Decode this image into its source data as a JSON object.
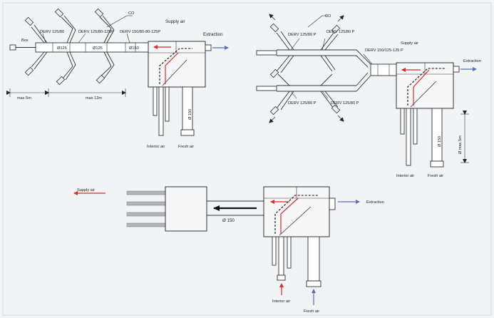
{
  "colors": {
    "supply": "#e02a2a",
    "extraction": "#5a6fb5",
    "line": "#333333",
    "background": "#f2f3f5"
  },
  "diagram1": {
    "co": "CO",
    "box": "Box",
    "derv_a": "DERV 125/80",
    "derv_b": "DERV 125/80-125P",
    "derv_c": "DERV 150/80-80-125P",
    "pipe_a": "Ø125",
    "pipe_b": "Ø125",
    "pipe_c": "Ø150",
    "supply_air": "Supply air",
    "extraction": "Extraction",
    "max_a": "max 5m",
    "max_b": "max 12m",
    "pipe_d": "Ø 150",
    "interior_air": "Interior air",
    "fresh_air": "Fresh air"
  },
  "diagram2": {
    "co": "CO",
    "derv_a": "DERV 125/80 P",
    "derv_b": "DERV 125/80 P",
    "derv_c": "DERV 150/125-125 P",
    "derv_d": "DERV 125/80 P",
    "derv_e": "DERV 125/80 P",
    "supply_air": "Supply air",
    "extraction": "Extraction",
    "pipe": "Ø 150",
    "max": "Ø max 5m",
    "interior_air": "Interior air",
    "fresh_air": "Fresh air"
  },
  "diagram3": {
    "supply_air": "Supply air",
    "pipe": "Ø 150",
    "extraction": "Extraction",
    "interior_air": "Interior air",
    "fresh_air": "Fresh air"
  }
}
